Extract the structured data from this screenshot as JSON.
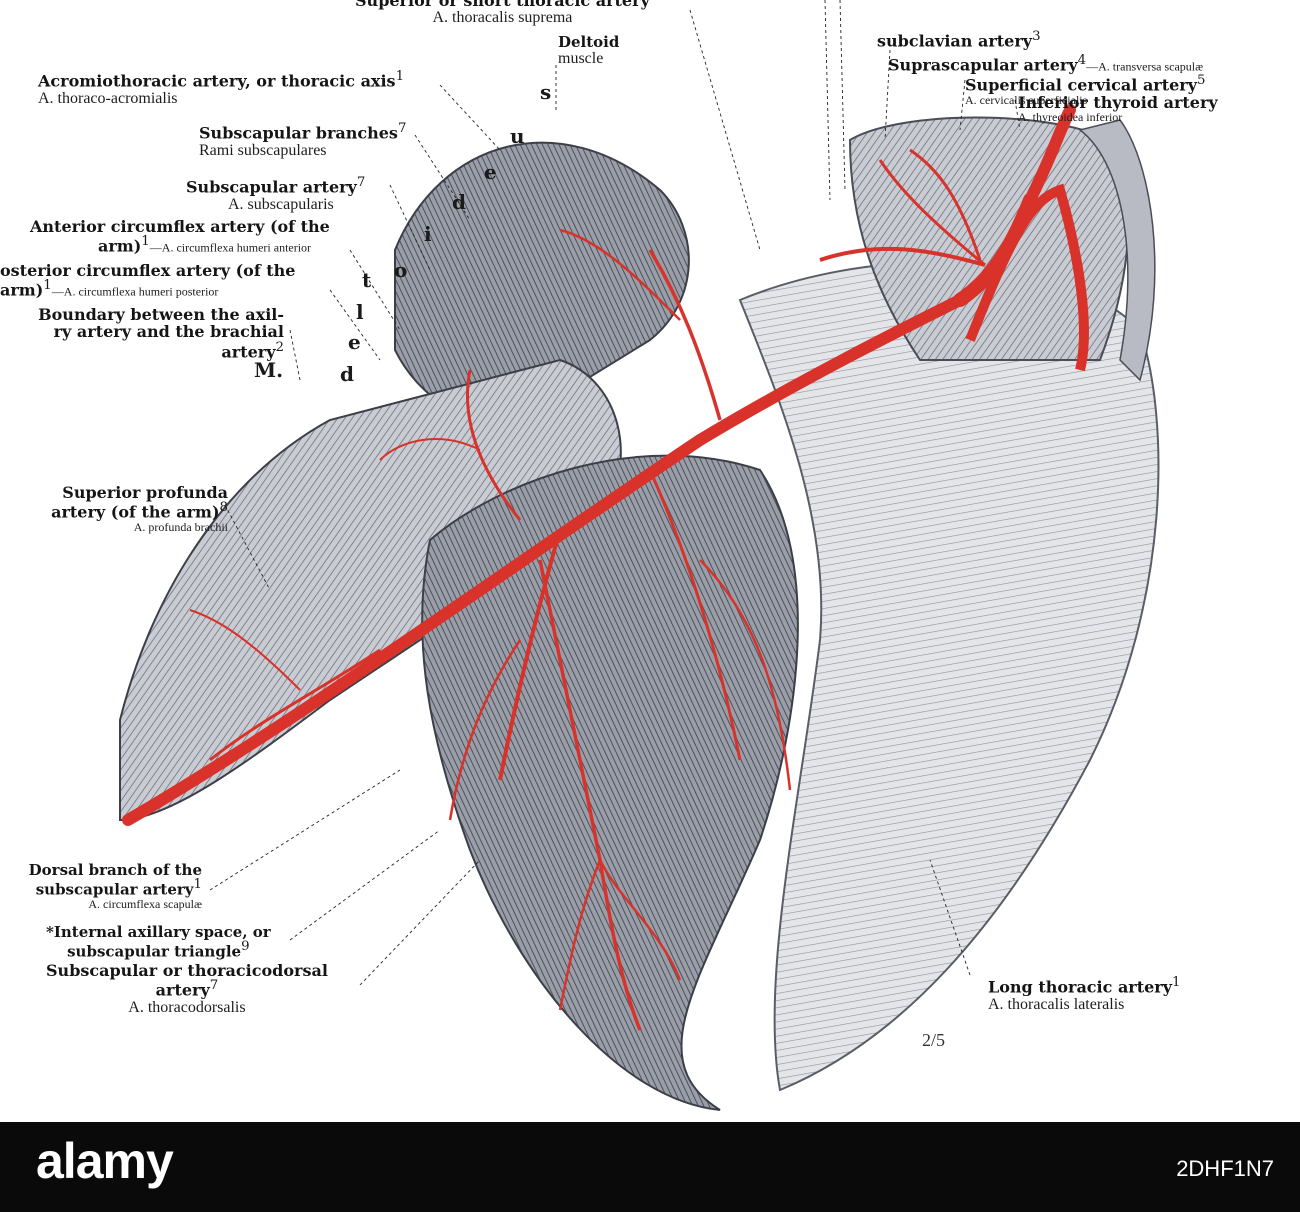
{
  "figure": {
    "scale": "2/5",
    "colors": {
      "artery": "#d8322a",
      "tissue": "#7b7f8a",
      "tissue_light": "#c9ccd3",
      "background": "#ffffff"
    },
    "muscle_letters": [
      "M.",
      "d",
      "e",
      "l",
      "t",
      "o",
      "i",
      "d",
      "e",
      "u",
      "s"
    ],
    "labels": {
      "sup_thoracic": {
        "en": "Superior or short thoracic artery",
        "la": "A. thoracalis suprema"
      },
      "subclavian": {
        "en": "subclavian artery"
      },
      "deltoid_muscle": {
        "line1": "Deltoid",
        "line2": "muscle"
      },
      "acromiothoracic": {
        "en": "Acromiothoracic artery, or thoracic axis",
        "la": "A. thoraco-acromialis"
      },
      "suprascapular": {
        "en": "Suprascapular artery",
        "la": "—A. transversa scapulæ"
      },
      "superficial_cervical": {
        "en": "Superficial cervical artery",
        "la": "A. cervicalis superficialis"
      },
      "inferior_thyroid": {
        "en": "Inferior thyroid artery",
        "la": "A. thyreoidea inferior"
      },
      "subscapular_branches": {
        "en": "Subscapular branches",
        "la": "Rami subscapulares"
      },
      "subscapular_artery": {
        "en": "Subscapular artery",
        "la": "A. subscapularis"
      },
      "anterior_circumflex": {
        "en1": "Anterior circumflex artery (of the",
        "en2": "arm)",
        "la": "—A. circumflexa humeri anterior"
      },
      "posterior_circumflex": {
        "en1": "osterior circumflex artery (of the",
        "en2": "arm)",
        "la": "—A. circumflexa humeri posterior"
      },
      "boundary": {
        "line1": "Boundary between the axil-",
        "line2": "ry artery and the brachial",
        "line3": "artery"
      },
      "superior_profunda": {
        "en1": "Superior profunda",
        "en2": "artery (of the arm)",
        "la": "A. profunda brachii"
      },
      "dorsal_branch": {
        "en1": "Dorsal branch of the",
        "en2": "subscapular artery",
        "la": "A. circumflexa scapulæ"
      },
      "internal_axillary": {
        "line1": "*Internal axillary space, or",
        "line2": "subscapular triangle"
      },
      "thoracodorsal": {
        "en1": "Subscapular or thoracicodorsal",
        "en2": "artery",
        "la": "A. thoracodorsalis"
      },
      "long_thoracic": {
        "en": "Long thoracic artery",
        "la": "A. thoracalis lateralis"
      }
    }
  },
  "footer": {
    "brand": "alamy",
    "code": "2DHF1N7"
  }
}
